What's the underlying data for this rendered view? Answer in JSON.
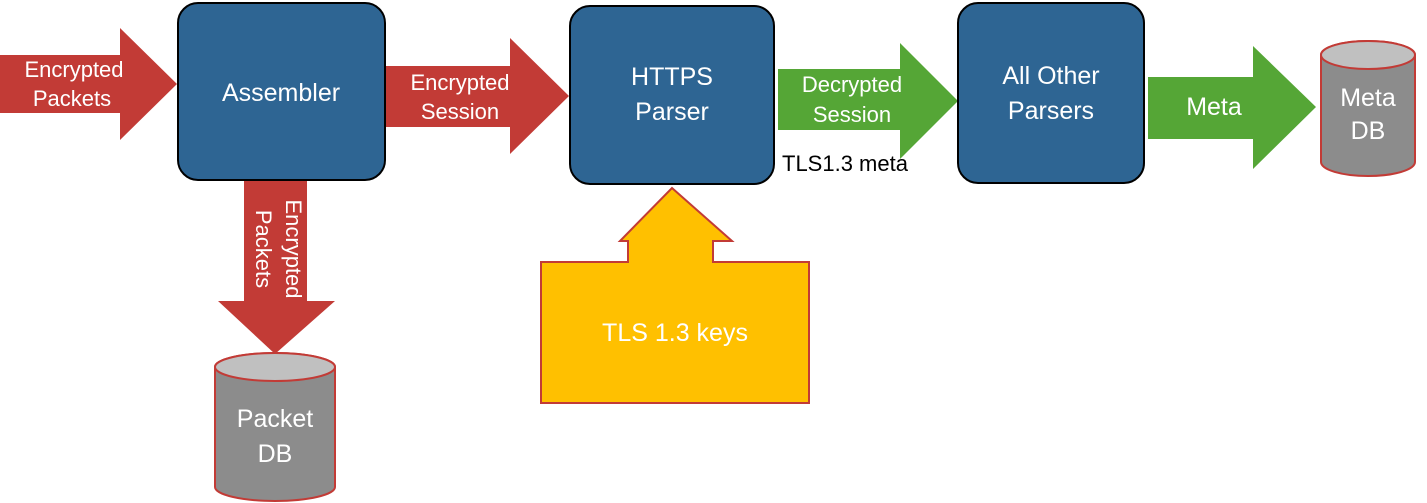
{
  "colors": {
    "process_box": "#2E6593",
    "process_border": "#000000",
    "encrypted_arrow": "#C23B36",
    "decrypted_arrow": "#55A636",
    "keys_fill": "#FFC000",
    "keys_border": "#C23B36",
    "db_fill": "#8C8C8C",
    "db_top": "#C0C0C0",
    "db_border": "#C23B36",
    "text_light": "#FFFFFF",
    "text_dark": "#000000"
  },
  "nodes": {
    "assembler": {
      "label": "Assembler"
    },
    "https_parser": {
      "line1": "HTTPS",
      "line2": "Parser"
    },
    "all_other_parsers": {
      "line1": "All Other",
      "line2": "Parsers"
    },
    "tls_keys": {
      "label": "TLS 1.3 keys"
    },
    "meta_db": {
      "line1": "Meta",
      "line2": "DB"
    },
    "packet_db": {
      "line1": "Packet",
      "line2": "DB"
    }
  },
  "arrows": {
    "input_packets": {
      "line1": "Encrypted",
      "line2": "Packets"
    },
    "encrypted_session": {
      "line1": "Encrypted",
      "line2": "Session"
    },
    "decrypted_session": {
      "line1": "Decrypted",
      "line2": "Session"
    },
    "meta": {
      "label": "Meta"
    },
    "stored_packets": {
      "line1": "Encrypted",
      "line2": "Packets"
    }
  },
  "annotations": {
    "tls_meta": "TLS1.3 meta"
  }
}
